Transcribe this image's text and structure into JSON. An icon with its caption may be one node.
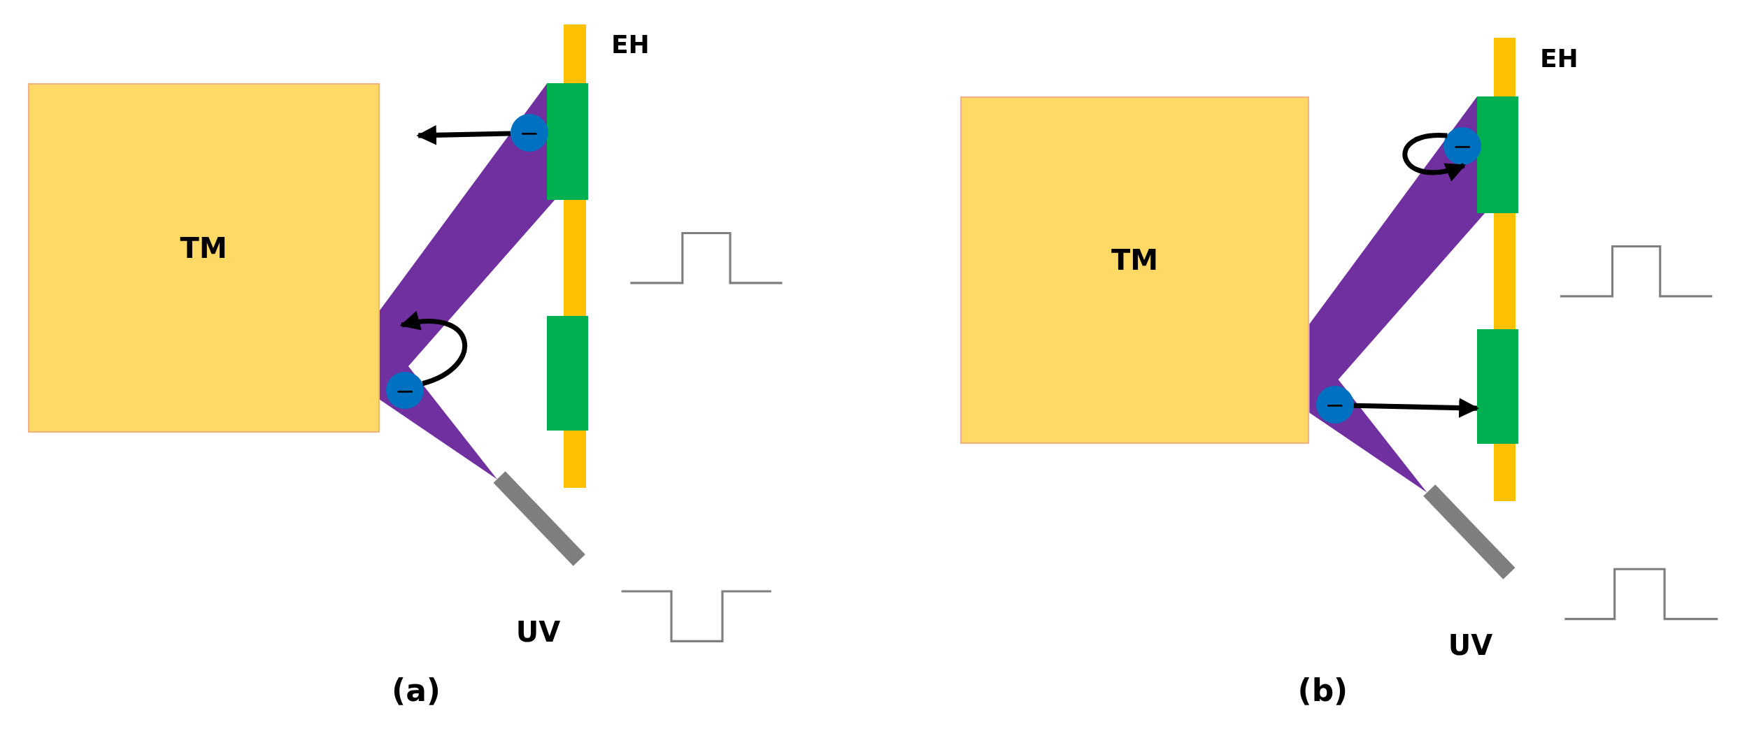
{
  "diagram": {
    "nodes": [
      {
        "text": [
          "TM"
        ]
      },
      {
        "text": [
          "−"
        ]
      },
      {
        "text": [
          "−"
        ]
      },
      {
        "text": [
          "TM"
        ]
      },
      {
        "text": [
          "−"
        ]
      },
      {
        "text": [
          "−"
        ]
      },
      {
        "text": [],
        "shape": "bar"
      },
      {
        "text": [],
        "shape": "box"
      },
      {
        "text": [],
        "shape": "box"
      },
      {
        "text": [],
        "shape": "bar"
      },
      {
        "text": [],
        "shape": "box"
      },
      {
        "text": [],
        "shape": "box"
      }
    ],
    "edges": [
      {
        "from": 1,
        "to": 0,
        "arrow": "to"
      },
      {
        "from": 2,
        "to": 0,
        "arrow": "to"
      },
      {
        "from": 4,
        "to": 4,
        "arrow": "to"
      },
      {
        "from": 5,
        "to": 11,
        "arrow": "to"
      }
    ],
    "labels": [
      "EH",
      "UV",
      "(a)",
      "EH",
      "UV",
      "(b)"
    ]
  }
}
